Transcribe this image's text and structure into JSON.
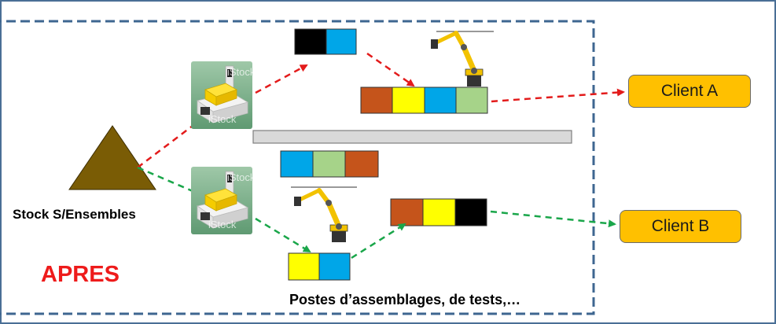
{
  "stock_label": "Stock S/Ensembles",
  "status_label": "APRES",
  "stations_label": "Postes d’assemblages, de tests,…",
  "client_a": "Client A",
  "client_b": "Client B",
  "watermark": "iStock",
  "colors": {
    "frame_border": "#4a6f96",
    "inner_dash": "#3e6690",
    "stock_triangle": "#7a5c05",
    "red_flow": "#e31b1b",
    "green_flow": "#1aa64a",
    "client_fill": "#ffc000",
    "block_black": "#000000",
    "block_blue": "#00a6e8",
    "block_orange": "#c5541b",
    "block_yellow": "#ffff00",
    "block_green": "#a6d389",
    "robot_yellow": "#f2c200",
    "apres_text": "#ee1b1b"
  },
  "block_rows": [
    {
      "name": "top-queue",
      "colors": [
        "block_black",
        "block_blue"
      ]
    },
    {
      "name": "client-a-sequence",
      "colors": [
        "block_orange",
        "block_yellow",
        "block_blue",
        "block_green"
      ]
    },
    {
      "name": "middle-buffer",
      "colors": [
        "block_blue",
        "block_green",
        "block_orange"
      ]
    },
    {
      "name": "client-b-sequence",
      "colors": [
        "block_orange",
        "block_yellow",
        "block_black"
      ]
    },
    {
      "name": "bottom-queue",
      "colors": [
        "block_yellow",
        "block_blue"
      ]
    }
  ],
  "icons": [
    "agv-robot-icon",
    "industrial-robot-arm-icon",
    "stock-triangle-icon"
  ]
}
